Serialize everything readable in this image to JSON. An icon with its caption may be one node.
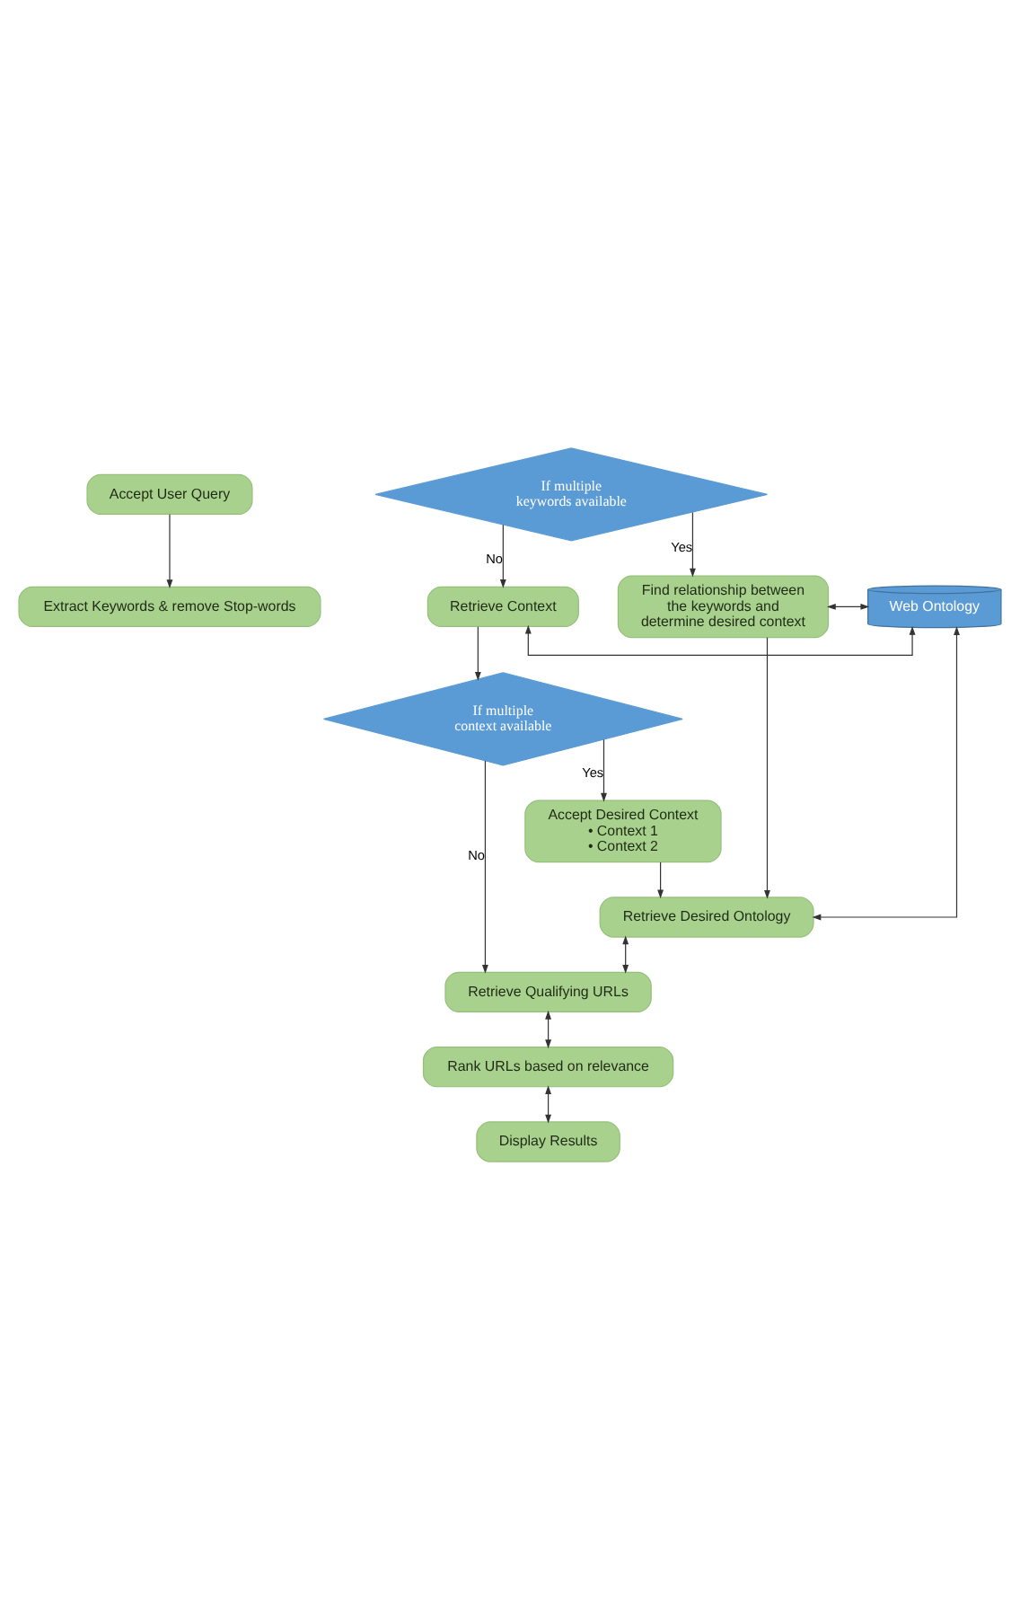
{
  "diagram": {
    "nodes": [
      {
        "text": [
          "Accept User Query"
        ]
      },
      {
        "text": [
          "Extract Keywords & remove Stop-words"
        ]
      },
      {
        "text": [
          "If multiple keywords available"
        ]
      },
      {
        "text": [
          "Find relationship between the keywords and determine desired context"
        ]
      },
      {
        "text": [
          "Web Ontology"
        ]
      },
      {
        "text": [
          "Retrieve Context"
        ]
      },
      {
        "text": [
          "If multiple context available"
        ]
      },
      {
        "text": [
          "Accept Desired Context",
          "• Context 1",
          "• Context 2"
        ]
      },
      {
        "text": [
          "Retrieve Desired Ontology"
        ]
      },
      {
        "text": [
          "Retrieve Qualifying URLs"
        ]
      },
      {
        "text": [
          "Rank URLs based on relevance"
        ]
      },
      {
        "text": [
          "Display Results"
        ]
      }
    ],
    "edges": [
      {
        "from": 0,
        "to": 1,
        "arrow": "to"
      },
      {
        "from": 2,
        "to": 3,
        "arrow": "to",
        "label": "Yes"
      },
      {
        "from": 2,
        "to": 5,
        "arrow": "to",
        "label": "No"
      },
      {
        "from": 3,
        "to": 4,
        "arrow": "both"
      },
      {
        "from": 4,
        "to": 5,
        "arrow": "both"
      },
      {
        "from": 5,
        "to": 6,
        "arrow": "to"
      },
      {
        "from": 6,
        "to": 7,
        "arrow": "to",
        "label": "Yes"
      },
      {
        "from": 6,
        "to": 9,
        "arrow": "to",
        "label": "No"
      },
      {
        "from": 3,
        "to": 8,
        "arrow": "to"
      },
      {
        "from": 7,
        "to": 8,
        "arrow": "to"
      },
      {
        "from": 4,
        "to": 8,
        "arrow": "both"
      },
      {
        "from": 8,
        "to": 9,
        "arrow": "both"
      },
      {
        "from": 9,
        "to": 10,
        "arrow": "both"
      },
      {
        "from": 10,
        "to": 11,
        "arrow": "both"
      }
    ]
  }
}
